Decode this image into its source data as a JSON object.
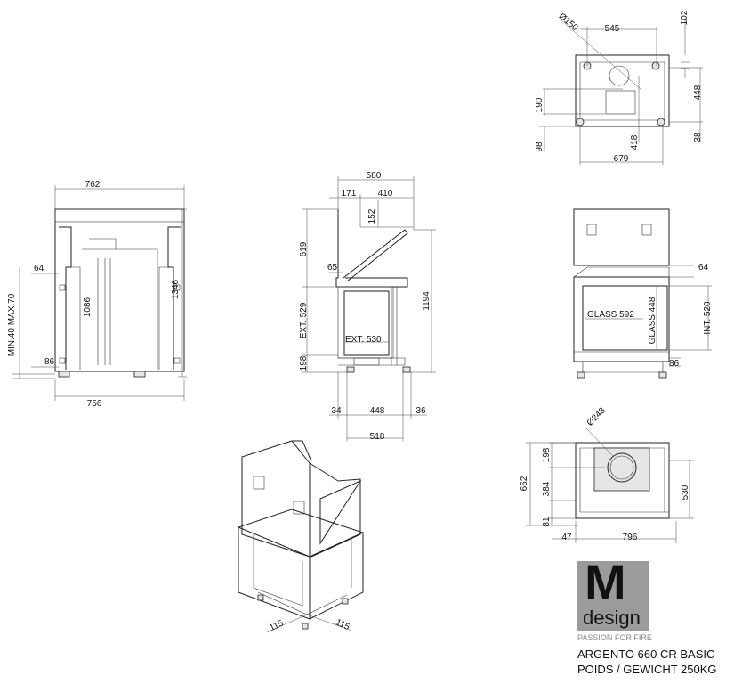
{
  "drawing": {
    "front_view_left": {
      "width_top": "762",
      "width_bottom": "756",
      "height_total": "1346",
      "inner_height": "1086",
      "leg_adjust": "MIN.40 MAX.70",
      "side_offset": "64",
      "base_offset": "86"
    },
    "side_view": {
      "depth_total": "580",
      "offset_front": "171",
      "offset_rear": "410",
      "flue_offset": "152",
      "upper_height": "619",
      "glass_offset": "65",
      "ext_height": "EXT. 529",
      "ext_width": "EXT. 530",
      "height_to_top": "1194",
      "base_height": "198",
      "foot_front": "34",
      "foot_span": "448",
      "foot_rear": "36",
      "base_depth": "518"
    },
    "front_view_right": {
      "side_offset": "64",
      "glass_width": "GLASS 592",
      "glass_height": "GLASS 448",
      "int_height": "INT. 520",
      "base_offset": "86"
    },
    "top_view": {
      "flue_span": "545",
      "rear_offset": "102",
      "flue_diameter": "Ø150",
      "depth": "448",
      "inner_offset": "190",
      "flue_center": "418",
      "front_offset": "38",
      "front_leg": "98",
      "width": "679"
    },
    "plan_view": {
      "flue_diameter": "Ø248",
      "flue_offset": "198",
      "total_depth": "662",
      "inner_depth": "384",
      "right_depth": "530",
      "front_offset": "81",
      "left_offset": "47",
      "width": "796"
    },
    "iso_view": {
      "leg_a": "115",
      "leg_b": "115"
    }
  },
  "brand": {
    "logo_letter": "M",
    "logo_word": "design",
    "tagline": "PASSION FOR FIRE",
    "model": "ARGENTO 660 CR BASIC",
    "weight": "POIDS / GEWICHT 250KG"
  }
}
